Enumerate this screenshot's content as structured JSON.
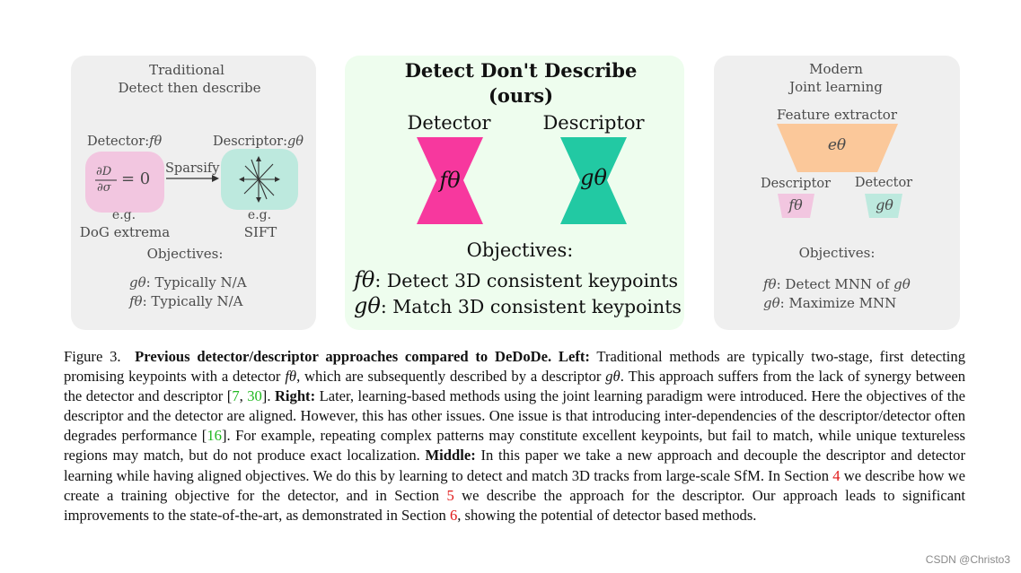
{
  "panels": {
    "left": {
      "title_line1": "Traditional",
      "title_line2": "Detect then describe",
      "detector_label": "Detector:",
      "detector_symbol": "fθ",
      "descriptor_label": "Descriptor:",
      "descriptor_symbol": "gθ",
      "equation_num": "∂D",
      "equation_den": "∂σ",
      "equation_rhs": "= 0",
      "arrow_label": "Sparsify",
      "eg_left_1": "e.g.",
      "eg_left_2": "DoG extrema",
      "eg_right_1": "e.g.",
      "eg_right_2": "SIFT",
      "objectives_label": "Objectives:",
      "obj1_symbol": "gθ",
      "obj1_text": ": Typically N/A",
      "obj2_symbol": "fθ",
      "obj2_text": ": Typically N/A"
    },
    "middle": {
      "title_line1": "Detect Don't Describe",
      "title_line2": "(ours)",
      "detector_label": "Detector",
      "descriptor_label": "Descriptor",
      "detector_symbol": "fθ",
      "descriptor_symbol": "gθ",
      "objectives_label": "Objectives:",
      "obj1_symbol": "fθ",
      "obj1_text": ": Detect 3D consistent keypoints",
      "obj2_symbol": "gθ",
      "obj2_text": ": Match 3D consistent keypoints"
    },
    "right": {
      "title_line1": "Modern",
      "title_line2": "Joint learning",
      "extractor_label": "Feature extractor",
      "extractor_symbol": "eθ",
      "descriptor_label": "Descriptor",
      "detector_label": "Detector",
      "descriptor_symbol": "fθ",
      "detector_symbol": "gθ",
      "objectives_label": "Objectives:",
      "obj1_symbol": "fθ",
      "obj1_text": ": Detect MNN of",
      "obj1_tail_symbol": "gθ",
      "obj2_symbol": "gθ",
      "obj2_text": ": Maximize MNN"
    }
  },
  "caption": {
    "fig_label": "Figure 3.",
    "bold_title": "Previous detector/descriptor approaches compared to DeDoDe.",
    "left_label": "Left:",
    "left_text_a": "Traditional methods are typically two-stage, first detecting promising keypoints with a detector",
    "sym_f": "fθ",
    "left_text_b": ", which are subsequently described by a descriptor",
    "sym_g": "gθ",
    "left_text_c": ". This approach suffers from the lack of synergy between the detector and descriptor [",
    "ref_7": "7",
    "comma": ", ",
    "ref_30": "30",
    "left_text_d": "].",
    "right_label": "Right:",
    "right_text_a": "Later, learning-based methods using the joint learning paradigm were introduced. Here the objectives of the descriptor and the detector are aligned. However, this has other issues. One issue is that introducing inter-dependencies of the descriptor/detector often degrades performance [",
    "ref_16": "16",
    "right_text_b": "]. For example, repeating complex patterns may constitute excellent keypoints, but fail to match, while unique textureless regions may match, but do not produce exact localization.",
    "middle_label": "Middle:",
    "middle_text_a": "In this paper we take a new approach and decouple the descriptor and detector learning while having aligned objectives. We do this by learning to detect and match 3D tracks from large-scale SfM. In Section",
    "sec_4": "4",
    "middle_text_b": "we describe how we create a training objective for the detector, and in Section",
    "sec_5": "5",
    "middle_text_c": "we describe the approach for the descriptor. Our approach leads to significant improvements to the state-of-the-art, as demonstrated in Section",
    "sec_6": "6",
    "middle_text_d": ", showing the potential of detector based methods."
  },
  "watermark": "CSDN @Christo3",
  "colors": {
    "panel_gray": "#efefef",
    "panel_green": "#eefdee",
    "detector_pink": "#f7389e",
    "descriptor_teal": "#22c9a3",
    "extractor_orange": "#fbc89a",
    "light_pink": "#f2c6e0",
    "light_teal": "#bde9de",
    "ref_green": "#1fb81f",
    "ref_red": "#e01818"
  }
}
